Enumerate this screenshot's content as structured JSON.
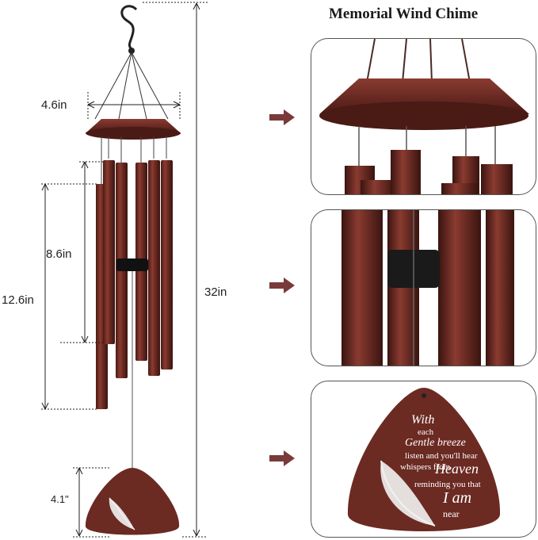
{
  "title": "Memorial Wind Chime",
  "dimensions": {
    "width": "4.6in",
    "tube_short": "8.6in",
    "tube_long": "12.6in",
    "total": "32in",
    "pendant": "4.1\""
  },
  "pendant_text": {
    "line1": "With",
    "line2": "each",
    "line3": "Gentle breeze",
    "line4": "listen and you'll hear",
    "line5": "whispers from",
    "line6": "Heaven",
    "line7": "reminding you that",
    "line8": "I am",
    "line9": "near"
  },
  "colors": {
    "bronze": "#6b2a22",
    "bronze_light": "#8a3b30",
    "arrow": "#7a3a3a"
  },
  "icons": [
    "hook-icon",
    "arrow-right-icon",
    "feather-icon"
  ]
}
